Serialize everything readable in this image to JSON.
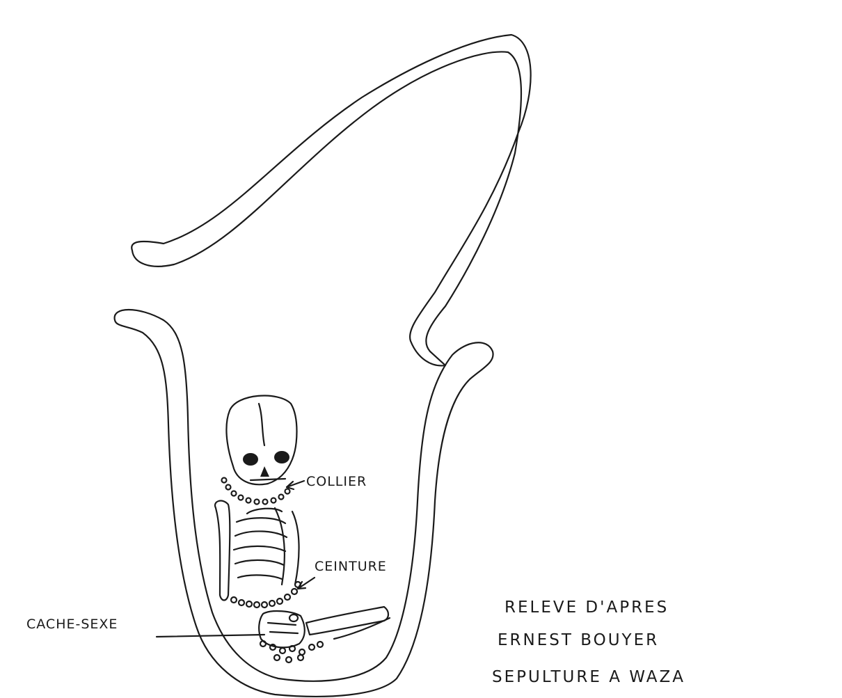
{
  "labels": {
    "collier": "COLLIER",
    "ceinture": "CEINTURE",
    "cache_sexe": "CACHE-SEXE"
  },
  "credit": {
    "line1": "RELEVE D'APRES",
    "line2": "ERNEST BOUYER",
    "line3": "SEPULTURE A WAZA"
  }
}
